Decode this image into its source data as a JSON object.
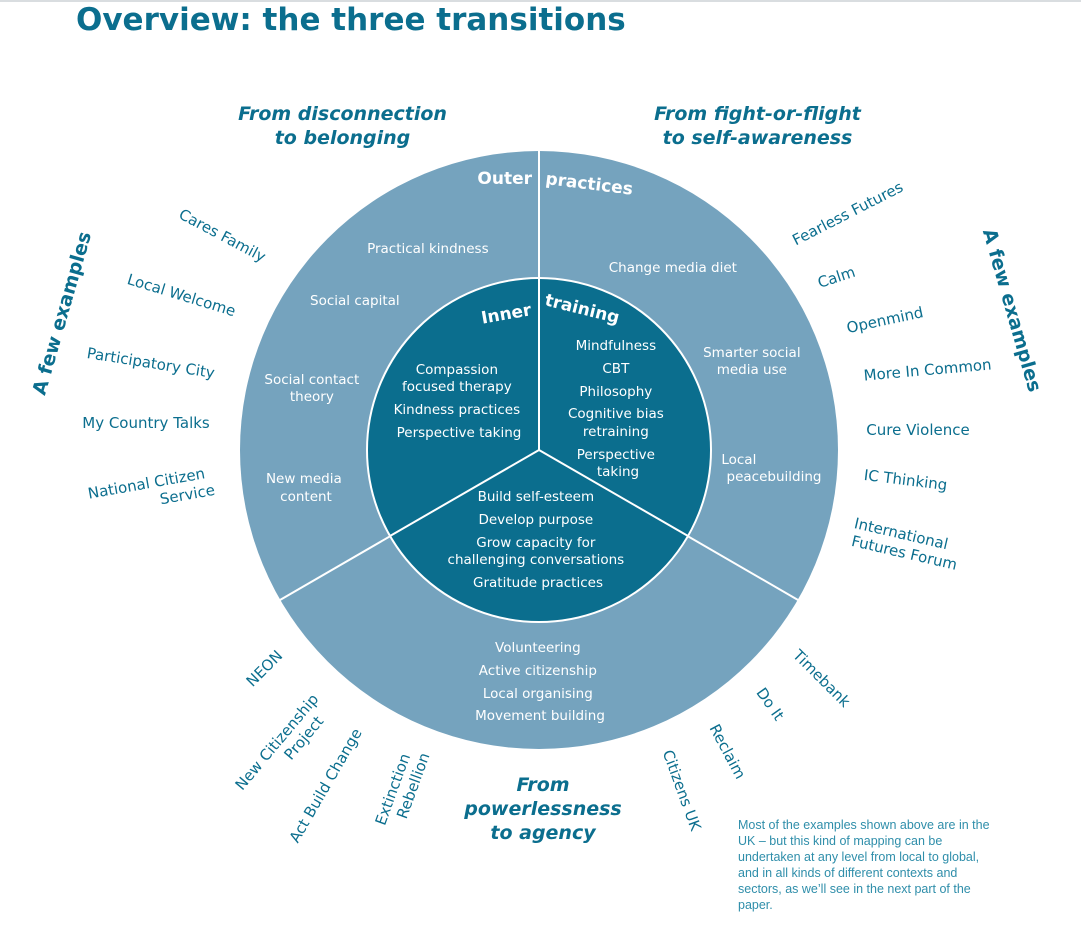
{
  "title": "Overview: the three transitions",
  "headings": {
    "disconnection": [
      "From disconnection",
      "to belonging"
    ],
    "fight": [
      "From fight-or-flight",
      "to self-awareness"
    ],
    "powerless": [
      "From",
      "powerlessness",
      "to agency"
    ]
  },
  "ring_labels": {
    "outer_left": "Outer",
    "outer_right": "practices",
    "inner_left": "Inner",
    "inner_right": "training"
  },
  "side_labels": {
    "left": "A few examples",
    "right": "A few examples"
  },
  "outer_practices": {
    "belonging": [
      "Practical kindness",
      "Social capital",
      "Social contact theory",
      "New media content"
    ],
    "self_awareness": [
      "Change media diet",
      "Smarter social media use",
      "Local peacebuilding"
    ],
    "agency": [
      "Volunteering",
      "Active citizenship",
      "Local organising",
      "Movement building"
    ]
  },
  "inner_training": {
    "belonging": [
      "Compassion focused therapy",
      "Kindness practices",
      "Perspective taking"
    ],
    "self_awareness": [
      "Mindfulness",
      "CBT",
      "Philosophy",
      "Cognitive bias retraining",
      "Perspective taking"
    ],
    "agency": [
      "Build self-esteem",
      "Develop purpose",
      "Grow capacity for challenging conversations",
      "Gratitude practices"
    ]
  },
  "examples": {
    "left": [
      "Cares Family",
      "Local Welcome",
      "Participatory City",
      "My Country Talks",
      "National Citizen Service"
    ],
    "right": [
      "Fearless Futures",
      "Calm",
      "Openmind",
      "More In Common",
      "Cure Violence",
      "IC Thinking",
      "International Futures Forum"
    ],
    "bottom_left": [
      "NEON",
      "New Citizenship Project",
      "Act Build Change",
      "Extinction Rebellion"
    ],
    "bottom_right": [
      "Timebank",
      "Do It",
      "Reclaim",
      "Citizens UK"
    ]
  },
  "footnote": "Most of the examples shown above are in the UK –  but this kind of mapping can be undertaken at any level from local to global, and in all kinds of different contexts and sectors, as we’ll see in the next part of the paper.",
  "colors": {
    "title": "#0b6e8e",
    "outer_ring": "#75a3be",
    "inner_ring": "#0b6e8e",
    "divider": "#ffffff"
  }
}
